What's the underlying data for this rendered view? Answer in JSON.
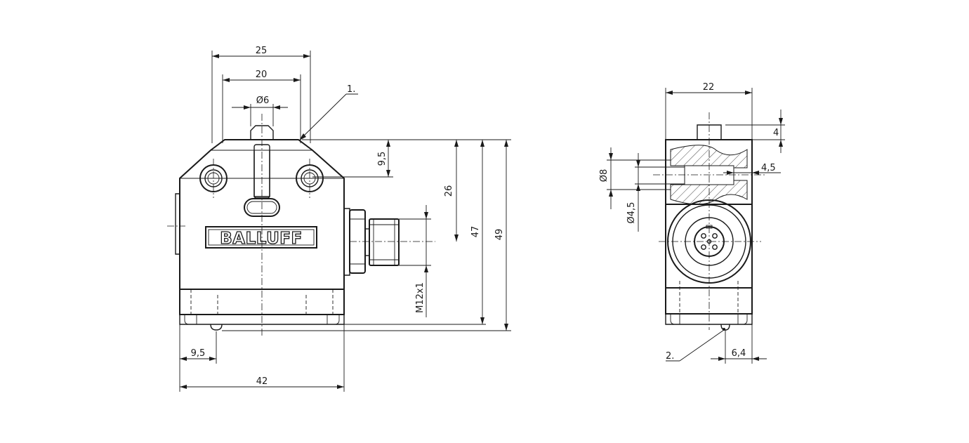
{
  "brand": {
    "logo_text": "BALLUFF"
  },
  "callouts": {
    "one": "1.",
    "two": "2."
  },
  "dimensions": {
    "width_25": "25",
    "width_20": "20",
    "dia_6": "Ø6",
    "height_9_5": "9,5",
    "height_26": "26",
    "height_47": "47",
    "height_49": "49",
    "thread": "M12x1",
    "offset_9_5": "9,5",
    "width_42": "42",
    "side_width_22": "22",
    "side_height_4": "4",
    "side_dia_8": "Ø8",
    "side_dia_4_5": "Ø4,5",
    "side_4_5": "4,5",
    "side_6_4": "6,4"
  }
}
